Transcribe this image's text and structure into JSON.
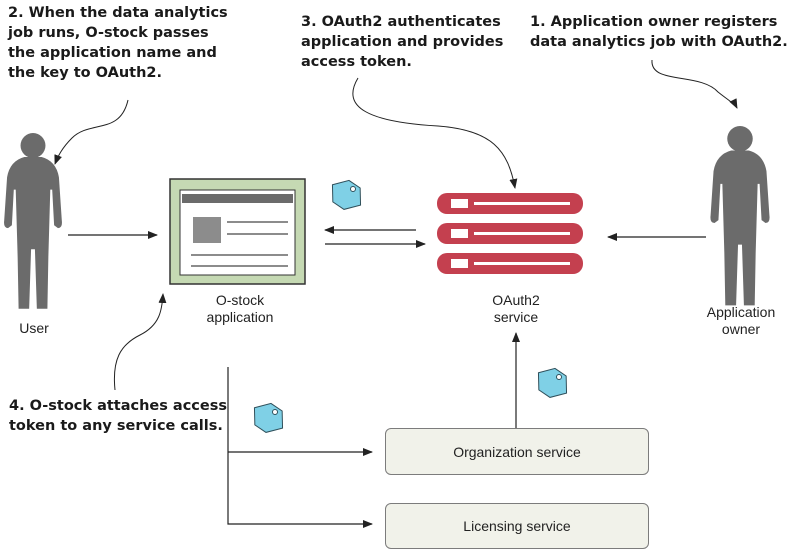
{
  "annotations": {
    "step1": "1. Application owner registers\ndata analytics job with OAuth2.",
    "step2": "2. When the data analytics\njob runs, O-stock passes\nthe application name and\nthe key to OAuth2.",
    "step3": "3. OAuth2 authenticates\napplication and provides\naccess token.",
    "step4": "4. O-stock attaches access\ntoken to any service calls."
  },
  "actors": {
    "user": "User",
    "app_owner": "Application\nowner"
  },
  "components": {
    "ostock_app": "O-stock\napplication",
    "oauth2": "OAuth2\nservice",
    "organization_service": "Organization service",
    "licensing_service": "Licensing service"
  },
  "colors": {
    "figure": "#6b6b6b",
    "app_frame": "#c5d9b3",
    "server_red": "#c4404f",
    "token_blue": "#7fd0e6",
    "service_box": "#f1f2ea",
    "line": "#222222"
  },
  "icons": [
    "person-icon",
    "browser-window-icon",
    "server-stack-icon",
    "token-tag-icon"
  ]
}
